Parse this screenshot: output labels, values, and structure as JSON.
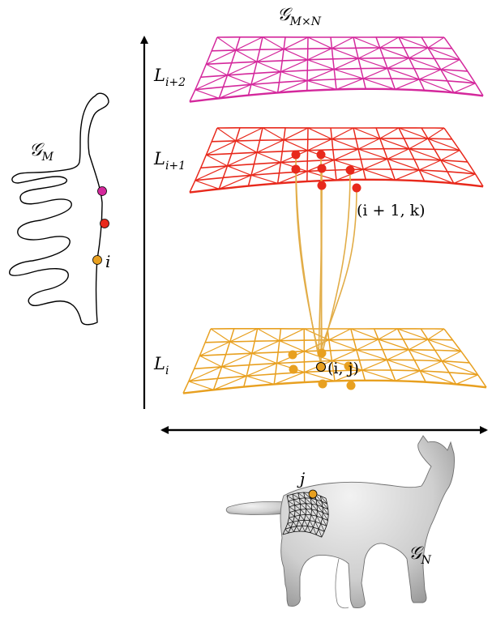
{
  "labels": {
    "graph_product": "𝒢",
    "graph_product_sub": "M×N",
    "graph_m": "𝒢",
    "graph_m_sub": "M",
    "graph_n": "𝒢",
    "graph_n_sub": "N",
    "layer_i2": "L",
    "layer_i2_sub": "i+2",
    "layer_i1": "L",
    "layer_i1_sub": "i+1",
    "layer_i": "L",
    "layer_i_sub": "i",
    "node_i": "i",
    "node_j": "j",
    "node_ij": "(i, j)",
    "node_i1k": "(i + 1, k)"
  },
  "colors": {
    "magenta": "#d4289c",
    "red": "#e8291c",
    "orange": "#e8a020",
    "orange_line": "#e2ad48",
    "ink": "#000000",
    "cat_body": "#d9d9d9"
  }
}
